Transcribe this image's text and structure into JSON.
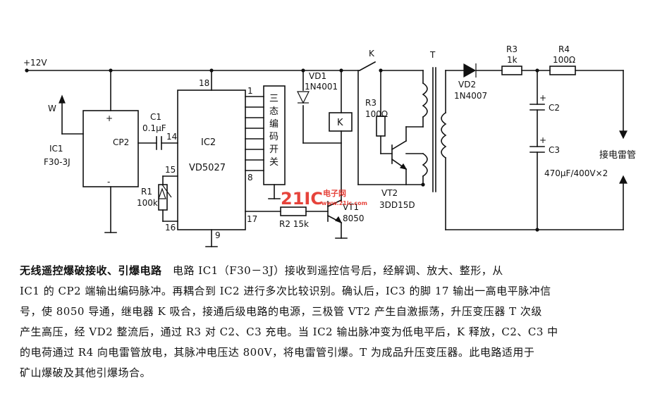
{
  "labels": {
    "vcc": "+12V",
    "w": "W",
    "ic1_name": "IC1",
    "ic1_part": "F30-3J",
    "ic1_plus": "+",
    "ic1_minus": "-",
    "cp2": "CP2",
    "c1_name": "C1",
    "c1_value": "0.1μF",
    "pin14": "14",
    "pin18": "18",
    "pin1": "1",
    "pin8": "8",
    "pin15": "15",
    "pin16": "16",
    "pin17": "17",
    "pin9": "9",
    "ic2_name": "IC2",
    "ic2_part": "VD5027",
    "r1_name": "R1",
    "r1_value": "100k",
    "r2": "R2 15k",
    "vd1_name": "VD1",
    "vd1_part": "1N4001",
    "relay_k": "K",
    "switch_k": "K",
    "vt1_name": "VT1",
    "vt1_part": "8050",
    "r3_left_name": "R3",
    "r3_left_value": "100Ω",
    "vt2_name": "VT2",
    "vt2_part": "3DD15D",
    "t_name": "T",
    "vd2_name": "VD2",
    "vd2_part": "1N4007",
    "r3_name": "R3",
    "r3_value": "1k",
    "r4_name": "R4",
    "r4_value": "100Ω",
    "c2_name": "C2",
    "c3_name": "C3",
    "c2_plus": "+",
    "c3_plus": "+",
    "cap_value": "470μF/400V×2",
    "detonator": "接电雷管",
    "encoder_switch": [
      "三",
      "态",
      "编",
      "码",
      "开",
      "关"
    ]
  },
  "watermark": {
    "brand": "21IC",
    "cn": "电子网",
    "url": "www.21ic.com",
    "color": "#e2231a"
  },
  "caption": {
    "title": "无线遥控爆破接收、引爆电路",
    "line1_rest": "　电路 IC1（F30－3J）接收到遥控信号后，经解调、放大、整形，从",
    "lines": [
      "IC1 的 CP2 端输出编码脉冲。再耦合到 IC2 进行多次比较识别。确认后，IC3 的脚 17 输出一高电平脉冲信",
      "号，使 8050 导通，继电器 K 吸合，接通后级电路的电源，三极管 VT2 产生自激振荡，升压变压器 T 次级",
      "产生高压，经 VD2 整流后，通过 R3 对 C2、C3 充电。当 IC2 输出脉冲变为低电平后，K 释放，C2、C3 中",
      "的电荷通过 R4 向电雷管放电，其脉冲电压达 800V，将电雷管引爆。T 为成品升压变压器。此电路适用于",
      "矿山爆破及其他引爆场合。"
    ]
  }
}
